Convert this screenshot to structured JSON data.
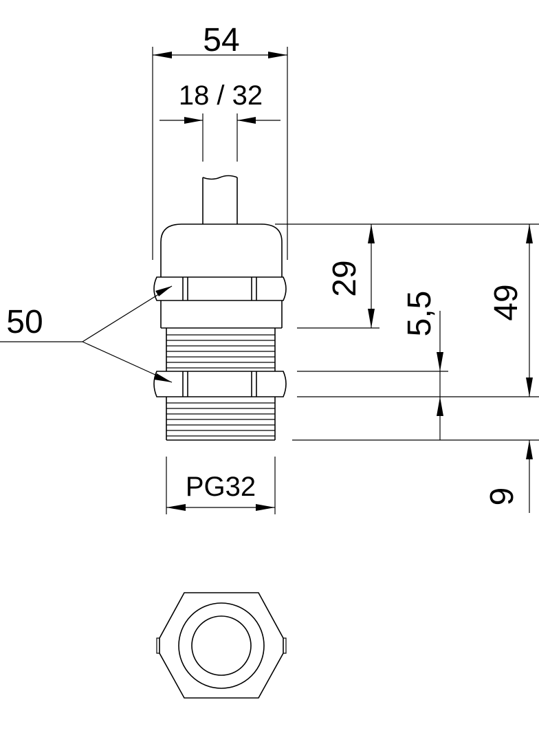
{
  "drawing": {
    "line_color": "#000000",
    "background": "#ffffff",
    "dimensions": {
      "overall_width": "54",
      "cable_range": "18 / 32",
      "spanner_size": "50",
      "cap_height": "29",
      "overall_height": "49",
      "locknut_height": "5,5",
      "thread_length": "9",
      "thread_size": "PG32"
    }
  }
}
